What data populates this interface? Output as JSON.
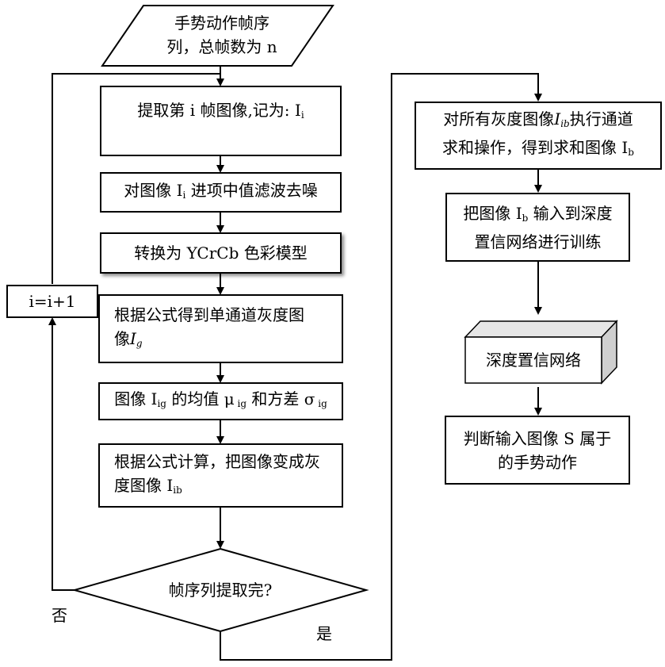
{
  "input": {
    "line1": "手势动作帧序",
    "line2": "列，总帧数为 n"
  },
  "step1": {
    "prefix": "提取第 i 帧图像,记为: I",
    "sub": "i"
  },
  "step2": {
    "prefix": "对图像 I",
    "sub": "i",
    "suffix": " 进项中值滤波去噪"
  },
  "step3": {
    "text": "转换为 YCrCb 色彩模型"
  },
  "step4": {
    "line1": "根据公式得到单通道灰度图",
    "line2_prefix": "像",
    "line2_math": "I",
    "line2_sub": "g"
  },
  "step5": {
    "a": "图像 I",
    "a_sub": "ig",
    "b": " 的均值 μ",
    "b_sub": " ig",
    "c": " 和方差 σ",
    "c_sub": " ig"
  },
  "step6": {
    "line1": "根据公式计算，把图像变成灰",
    "line2_prefix": "度图像 I",
    "line2_sub": "ib"
  },
  "decision": {
    "text": "帧序列提取完?"
  },
  "increment": {
    "text": "i=i+1"
  },
  "no_label": "否",
  "yes_label": "是",
  "right1": {
    "line1_prefix": "对所有灰度图像",
    "line1_math": "I",
    "line1_sub": "ib",
    "line1_suffix": "执行通道",
    "line2_prefix": "求和操作，得到求和图像 I",
    "line2_sub": "b"
  },
  "right2": {
    "line1_prefix": "把图像 I",
    "line1_sub": "b",
    "line1_suffix": " 输入到深度",
    "line2": "置信网络进行训练"
  },
  "dbn": {
    "text": "深度置信网络"
  },
  "result": {
    "line1": "判断输入图像 S 属于",
    "line2": "的手势动作"
  }
}
